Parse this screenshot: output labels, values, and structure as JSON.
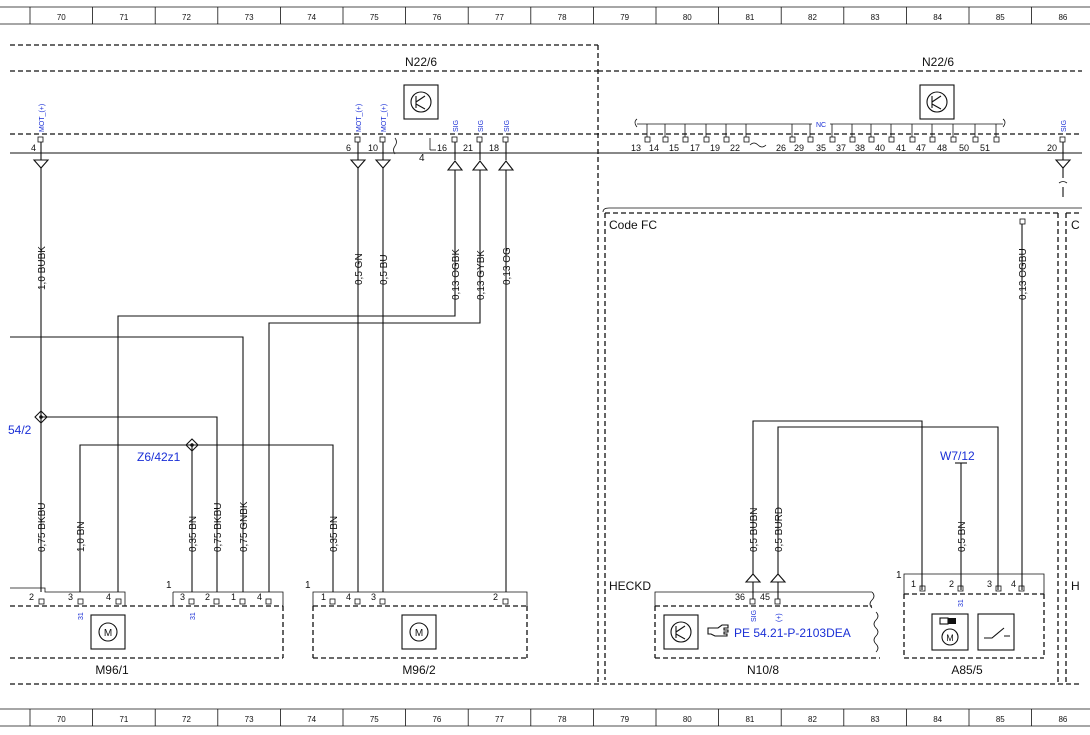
{
  "grid": {
    "columns": [
      "70",
      "71",
      "72",
      "73",
      "74",
      "75",
      "76",
      "77",
      "78",
      "79",
      "80",
      "81",
      "82",
      "83",
      "84",
      "85",
      "86"
    ]
  },
  "modules": {
    "left": {
      "label": "N22/6"
    },
    "right": {
      "label": "N22/6"
    }
  },
  "code_block": {
    "label": "Code FC",
    "edge_label": "C"
  },
  "pin_signals": {
    "mot": "MOT_(+)",
    "sig": "SIG",
    "nc": "NC",
    "ground": "31",
    "plus": "(+)"
  },
  "left_pins": [
    "4",
    "6",
    "10",
    "16",
    "21",
    "18"
  ],
  "left_side_count": "4",
  "right_pins": [
    "13",
    "14",
    "15",
    "17",
    "19",
    "22",
    "26",
    "29",
    "35",
    "37",
    "38",
    "40",
    "41",
    "47",
    "48",
    "50",
    "51",
    "20"
  ],
  "wires": [
    {
      "id": "bubk",
      "label": "1,0 BUBK"
    },
    {
      "id": "gn",
      "label": "0,5 GN"
    },
    {
      "id": "bu",
      "label": "0,5 BU"
    },
    {
      "id": "ogbk",
      "label": "0,13 OGBK"
    },
    {
      "id": "gybk",
      "label": "0,13 GYBK"
    },
    {
      "id": "og",
      "label": "0,13 OG"
    },
    {
      "id": "ogbu",
      "label": "0,13 OGBU"
    },
    {
      "id": "bkbu1",
      "label": "0,75 BKBU"
    },
    {
      "id": "bn1",
      "label": "1,0 BN"
    },
    {
      "id": "bn2",
      "label": "0,35 BN"
    },
    {
      "id": "bkbu2",
      "label": "0,75 BKBU"
    },
    {
      "id": "gnbk",
      "label": "0,75 GNBK"
    },
    {
      "id": "bn3",
      "label": "0,35 BN"
    },
    {
      "id": "bubn",
      "label": "0,5 BUBN"
    },
    {
      "id": "burd",
      "label": "0,5 BURD"
    },
    {
      "id": "bn4",
      "label": "0,5 BN"
    }
  ],
  "splices": {
    "left": "54/2",
    "mid": "Z6/42z1",
    "ground": "W7/12"
  },
  "components": {
    "m96_1": {
      "label": "M96/1",
      "pins": [
        "2",
        "3",
        "4"
      ],
      "side": ""
    },
    "connector_1": {
      "pins": [
        "3",
        "2",
        "1",
        "4"
      ],
      "side": "1"
    },
    "m96_2": {
      "label": "M96/2",
      "pins": [
        "1",
        "4",
        "3",
        "2"
      ],
      "side": "1"
    },
    "n10_8": {
      "label": "N10/8",
      "pins": [
        "36",
        "45"
      ],
      "side": "HECKD",
      "ref": "PE 54.21-P-2103DEA"
    },
    "a85_5": {
      "label": "A85/5",
      "pins": [
        "1",
        "2",
        "3",
        "4"
      ],
      "side": "1",
      "edge_label": "H"
    }
  }
}
